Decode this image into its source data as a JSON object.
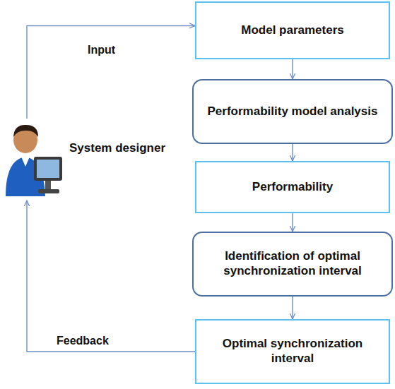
{
  "diagram": {
    "nodes": [
      {
        "text": [
          "Model parameters"
        ]
      },
      {
        "text": [
          "System designer"
        ]
      },
      {
        "text": [
          "Performability model analysis"
        ]
      },
      {
        "text": [
          "Performability"
        ]
      },
      {
        "text": [
          "Identification of optimal synchronization interval"
        ]
      },
      {
        "text": [
          "Optimal synchronization interval"
        ]
      }
    ],
    "edges": [
      {
        "from": 1,
        "to": 0,
        "label": "Input",
        "arrow": "to"
      },
      {
        "from": 0,
        "to": 2,
        "arrow": "to"
      },
      {
        "from": 2,
        "to": 3,
        "arrow": "to"
      },
      {
        "from": 3,
        "to": 4,
        "arrow": "to"
      },
      {
        "from": 4,
        "to": 5,
        "arrow": "to"
      },
      {
        "from": 5,
        "to": 1,
        "label": "Feedback",
        "arrow": "to"
      }
    ]
  }
}
